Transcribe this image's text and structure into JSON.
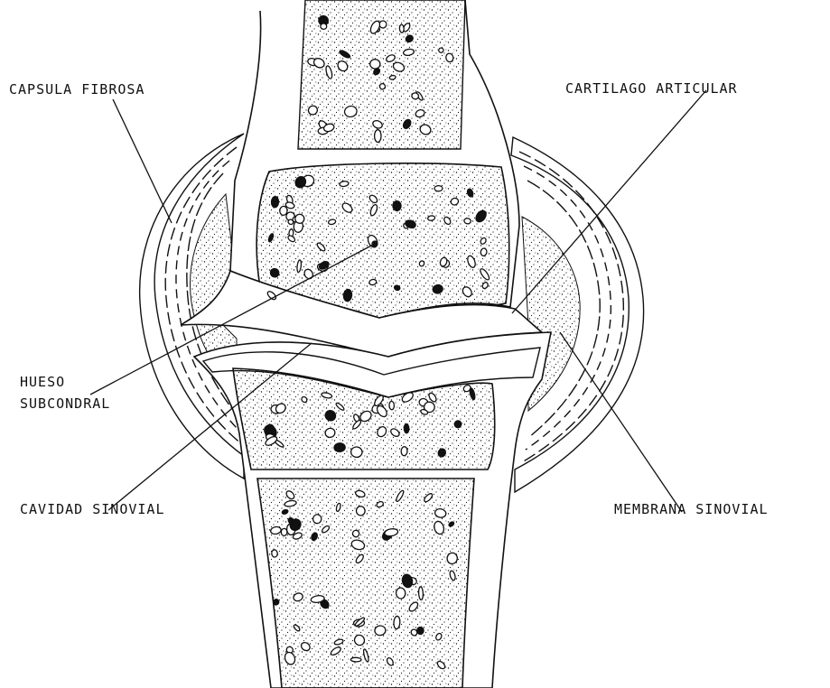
{
  "labels": {
    "capsula_fibrosa": "CAPSULA FIBROSA",
    "cartilago_articular": "CARTILAGO ARTICULAR",
    "hueso_subcondral_line1": "HUESO",
    "hueso_subcondral_line2": "SUBCONDRAL",
    "cavidad_sinovial": "CAVIDAD SINOVIAL",
    "membrana_sinovial": "MEMBRANA SINOVIAL"
  },
  "colors": {
    "ink": "#111111",
    "paper": "#ffffff"
  }
}
